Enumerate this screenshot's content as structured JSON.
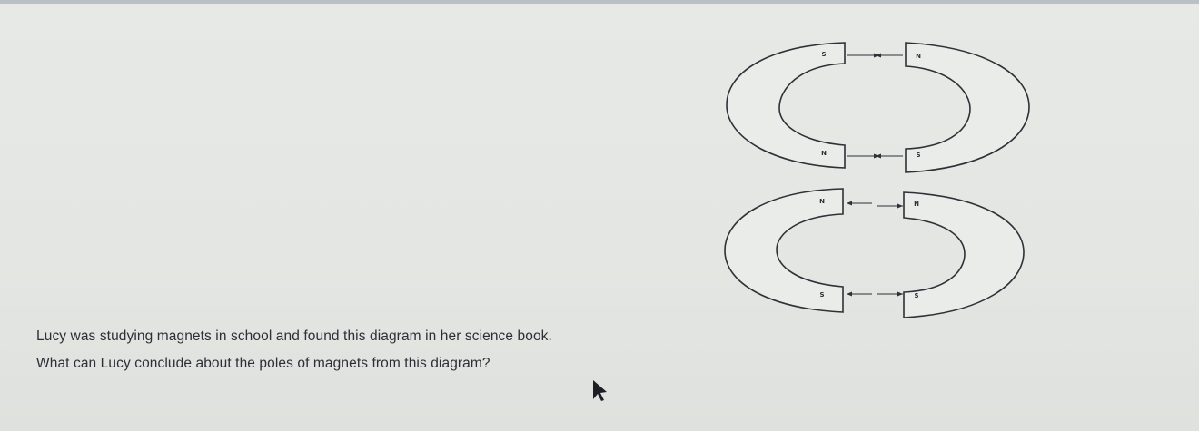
{
  "question": {
    "line1": "Lucy was studying magnets in school and found this diagram in her science book.",
    "line2": "What can Lucy conclude about the poles of magnets from this diagram?"
  },
  "diagram": {
    "top_pair": {
      "left_magnet": {
        "top_pole": "S",
        "bottom_pole": "N"
      },
      "right_magnet": {
        "top_pole": "N",
        "bottom_pole": "S"
      },
      "interaction": "attract"
    },
    "bottom_pair": {
      "left_magnet": {
        "top_pole": "N",
        "bottom_pole": "S"
      },
      "right_magnet": {
        "top_pole": "N",
        "bottom_pole": "S"
      },
      "interaction": "repel"
    }
  },
  "colors": {
    "background": "#e5e7e4",
    "ink": "#2d3138",
    "top_bar": "#b9c0c6"
  },
  "icons": {
    "cursor": "arrow-pointer-icon"
  }
}
